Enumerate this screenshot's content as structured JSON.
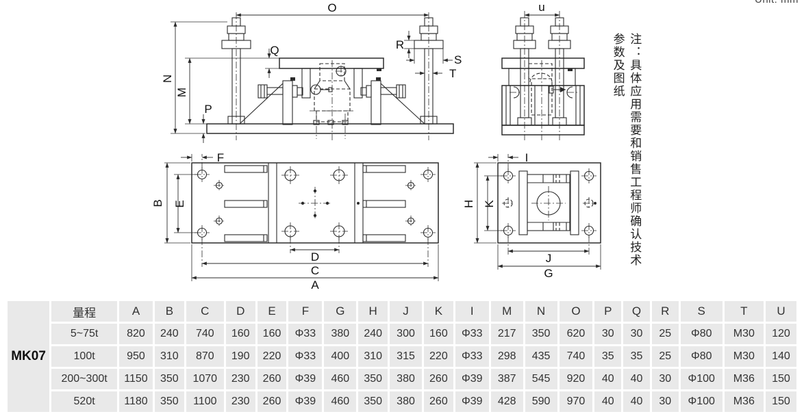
{
  "unit_note": "Unit: mm",
  "side_note": {
    "line1": "注：具体应用需要和销售工程师确认技术",
    "line2": "参数及图纸"
  },
  "drawing": {
    "labels": {
      "o": "O",
      "n": "N",
      "m": "M",
      "p": "P",
      "q": "Q",
      "r": "R",
      "s": "S",
      "t": "T",
      "u": "u",
      "f": "F",
      "b": "B",
      "e": "E",
      "d": "D",
      "c": "C",
      "a": "A",
      "i": "I",
      "h": "H",
      "k": "K",
      "j": "J",
      "g": "G"
    }
  },
  "table": {
    "model": "MK07",
    "columns": [
      "量程",
      "A",
      "B",
      "C",
      "D",
      "E",
      "F",
      "G",
      "H",
      "J",
      "K",
      "I",
      "M",
      "N",
      "O",
      "P",
      "Q",
      "R",
      "S",
      "T",
      "U"
    ],
    "rows": [
      [
        "5~75t",
        "820",
        "240",
        "740",
        "160",
        "160",
        "Φ33",
        "380",
        "240",
        "300",
        "160",
        "Φ33",
        "217",
        "350",
        "620",
        "30",
        "30",
        "25",
        "Φ80",
        "M30",
        "120"
      ],
      [
        "100t",
        "950",
        "310",
        "870",
        "190",
        "220",
        "Φ33",
        "400",
        "310",
        "315",
        "220",
        "Φ33",
        "298",
        "435",
        "740",
        "35",
        "35",
        "25",
        "Φ80",
        "M30",
        "140"
      ],
      [
        "200~300t",
        "1150",
        "350",
        "1070",
        "230",
        "260",
        "Φ39",
        "460",
        "350",
        "380",
        "260",
        "Φ39",
        "387",
        "545",
        "920",
        "40",
        "40",
        "30",
        "Φ100",
        "M36",
        "150"
      ],
      [
        "520t",
        "1180",
        "350",
        "1100",
        "230",
        "260",
        "Φ39",
        "460",
        "350",
        "380",
        "260",
        "Φ39",
        "428",
        "590",
        "970",
        "40",
        "40",
        "30",
        "Φ100",
        "M36",
        "150"
      ]
    ]
  },
  "colors": {
    "line": "#2b2b2b",
    "table_cell_bg": "#e9e9e9",
    "text": "#222222"
  }
}
